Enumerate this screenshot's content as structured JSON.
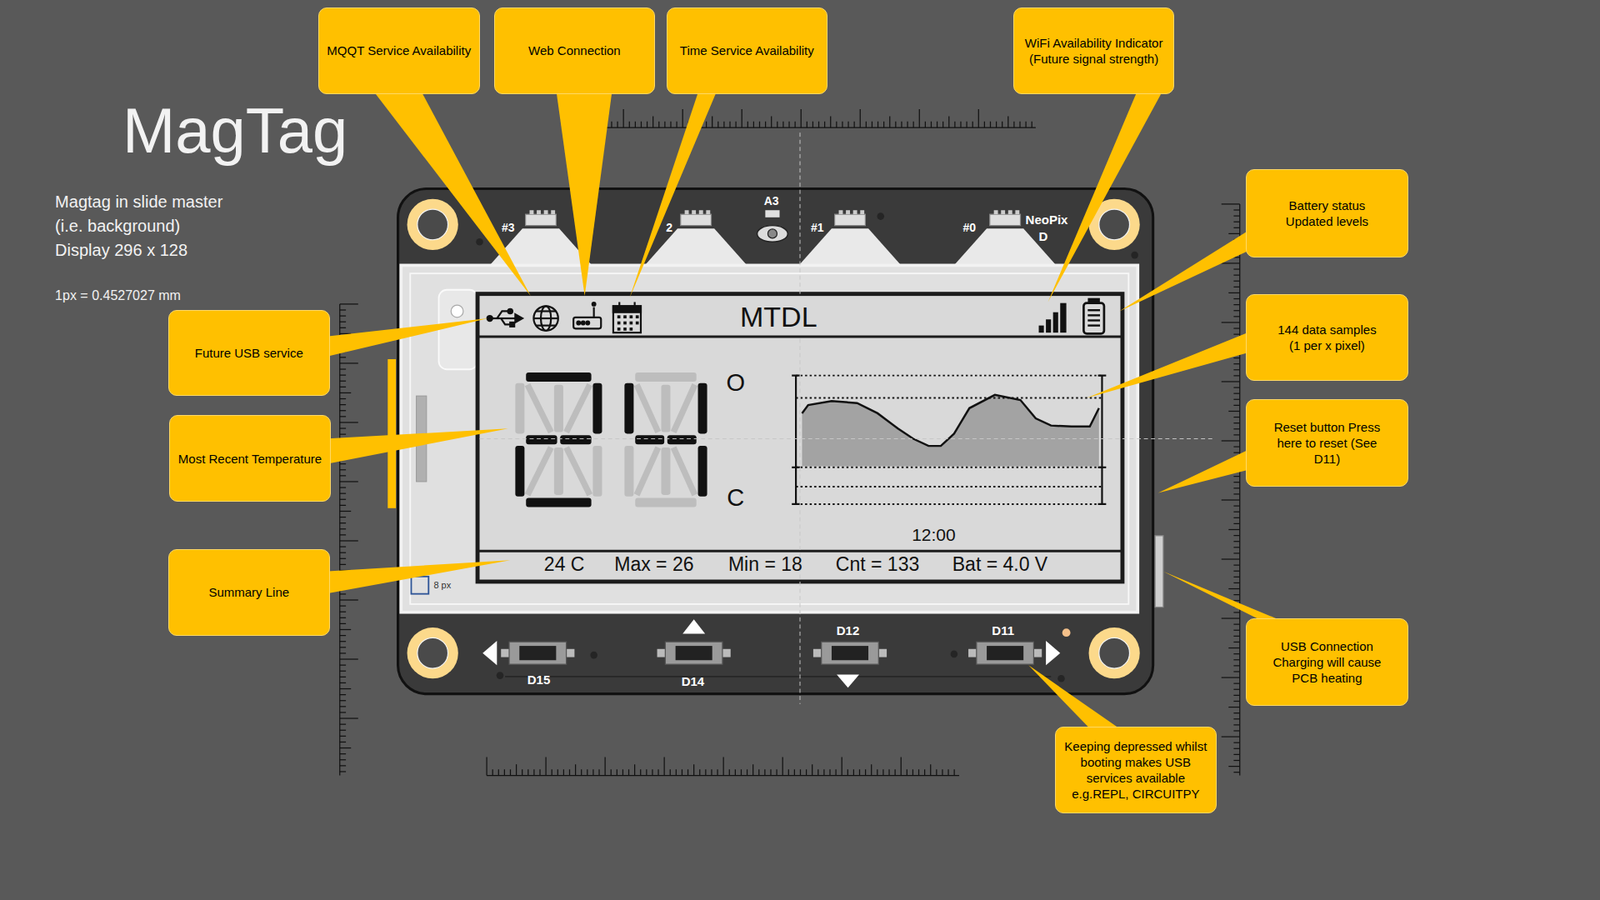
{
  "diagram": {
    "title": "MagTag",
    "nodes": [
      {
        "text": [
          "MQQT Service Availability"
        ]
      },
      {
        "text": [
          "Web Connection"
        ]
      },
      {
        "text": [
          "Time Service Availability"
        ]
      },
      {
        "text": [
          "WiFi Availability Indicator (Future signal strength)"
        ]
      },
      {
        "text": [
          "Battery status Updated levels"
        ]
      },
      {
        "text": [
          "144 data samples (1 per x pixel)"
        ]
      },
      {
        "text": [
          "Future USB service"
        ]
      },
      {
        "text": [
          "Reset button Press here to reset (See D11)"
        ]
      },
      {
        "text": [
          "Most Recent Temperature"
        ]
      },
      {
        "text": [
          "Summary Line"
        ]
      },
      {
        "text": [
          "USB Connection Charging will cause PCB heating"
        ]
      },
      {
        "text": [
          "Keeping depressed whilst booting makes USB services available e.g.REPL, CIRCUITPY"
        ]
      }
    ],
    "labels": [
      "Magtag in slide master",
      "(i.e. background)",
      "Display 296 x 128",
      "1px = 0.4527027 mm",
      "#3",
      "2",
      "A3",
      "#1",
      "#0",
      "NeoPix",
      "D",
      "MTDL",
      "O",
      "C",
      "12:00",
      "24 C",
      "Max = 26",
      "Min = 18",
      "Cnt = 133",
      "Bat = 4.0 V",
      "8 px",
      "D15",
      "D14",
      "D12",
      "D11"
    ]
  }
}
